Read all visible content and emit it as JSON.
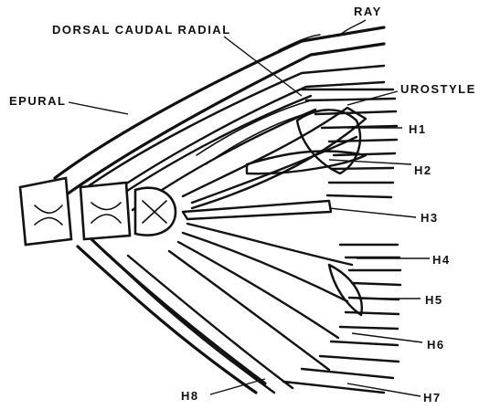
{
  "labels": {
    "ray": "RAY",
    "dorsal_caudal_radial": "DORSAL CAUDAL RADIAL",
    "epural": "EPURAL",
    "urostyle": "UROSTYLE",
    "h1": "H1",
    "h2": "H2",
    "h3": "H3",
    "h4": "H4",
    "h5": "H5",
    "h6": "H6",
    "h7": "H7",
    "h8": "H8"
  },
  "colors": {
    "ink": "#111111",
    "paper": "#ffffff"
  }
}
